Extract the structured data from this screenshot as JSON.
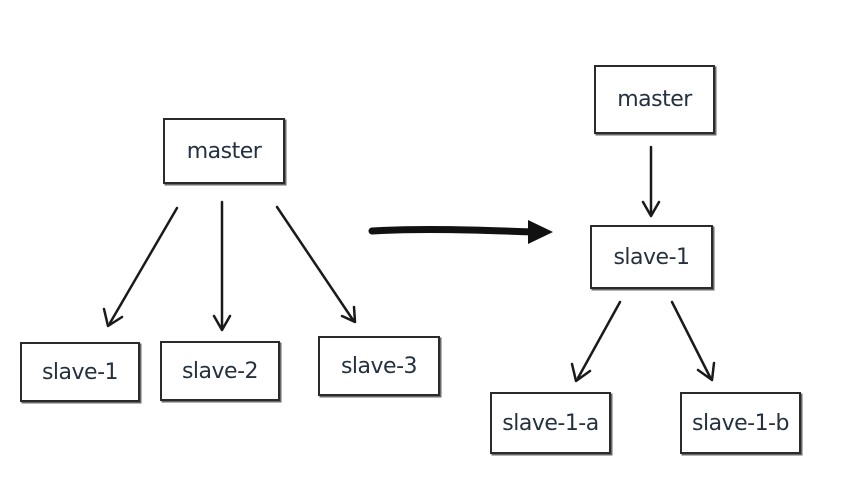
{
  "left_tree": {
    "root": "master",
    "children": [
      "slave-1",
      "slave-2",
      "slave-3"
    ]
  },
  "right_tree": {
    "root": "master",
    "middle": "slave-1",
    "children": [
      "slave-1-a",
      "slave-1-b"
    ]
  },
  "colors": {
    "stroke": "#1a1a1a",
    "text": "#263140",
    "background": "#ffffff"
  }
}
